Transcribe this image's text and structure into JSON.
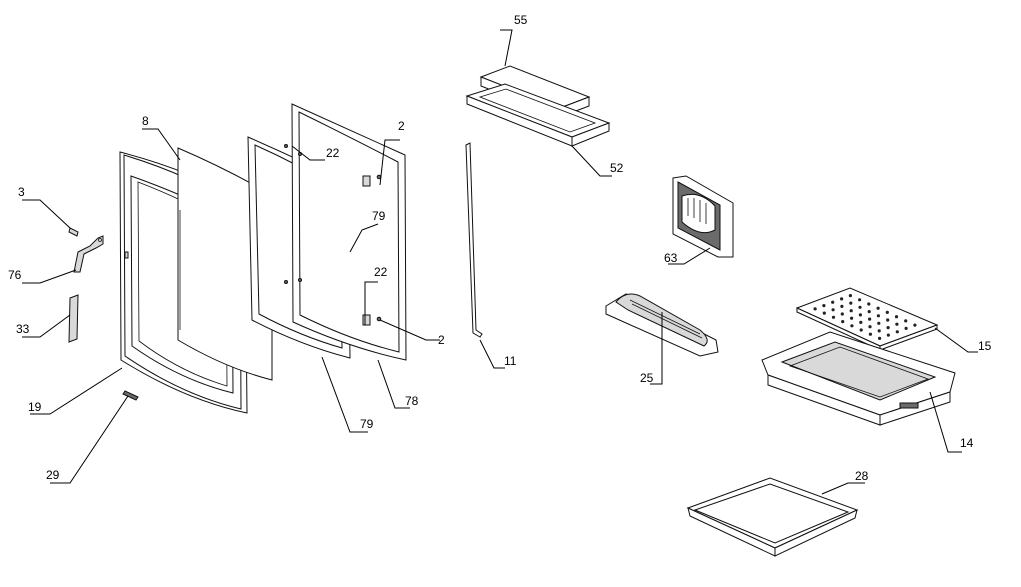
{
  "diagram": {
    "type": "exploded-parts-view",
    "highlight_color": "#e8141c",
    "highlighted_part": "28",
    "callouts": [
      {
        "id": "c3",
        "label": "3"
      },
      {
        "id": "c76",
        "label": "76"
      },
      {
        "id": "c33",
        "label": "33"
      },
      {
        "id": "c19",
        "label": "19"
      },
      {
        "id": "c29",
        "label": "29"
      },
      {
        "id": "c8",
        "label": "8"
      },
      {
        "id": "c22a",
        "label": "22"
      },
      {
        "id": "c79a",
        "label": "79"
      },
      {
        "id": "c79b",
        "label": "79"
      },
      {
        "id": "c2a",
        "label": "2"
      },
      {
        "id": "c22b",
        "label": "22"
      },
      {
        "id": "c2b",
        "label": "2"
      },
      {
        "id": "c78",
        "label": "78"
      },
      {
        "id": "c11",
        "label": "11"
      },
      {
        "id": "c55",
        "label": "55"
      },
      {
        "id": "c52",
        "label": "52"
      },
      {
        "id": "c63",
        "label": "63"
      },
      {
        "id": "c25",
        "label": "25"
      },
      {
        "id": "c15",
        "label": "15"
      },
      {
        "id": "c14",
        "label": "14"
      },
      {
        "id": "c28",
        "label": "28"
      }
    ]
  }
}
